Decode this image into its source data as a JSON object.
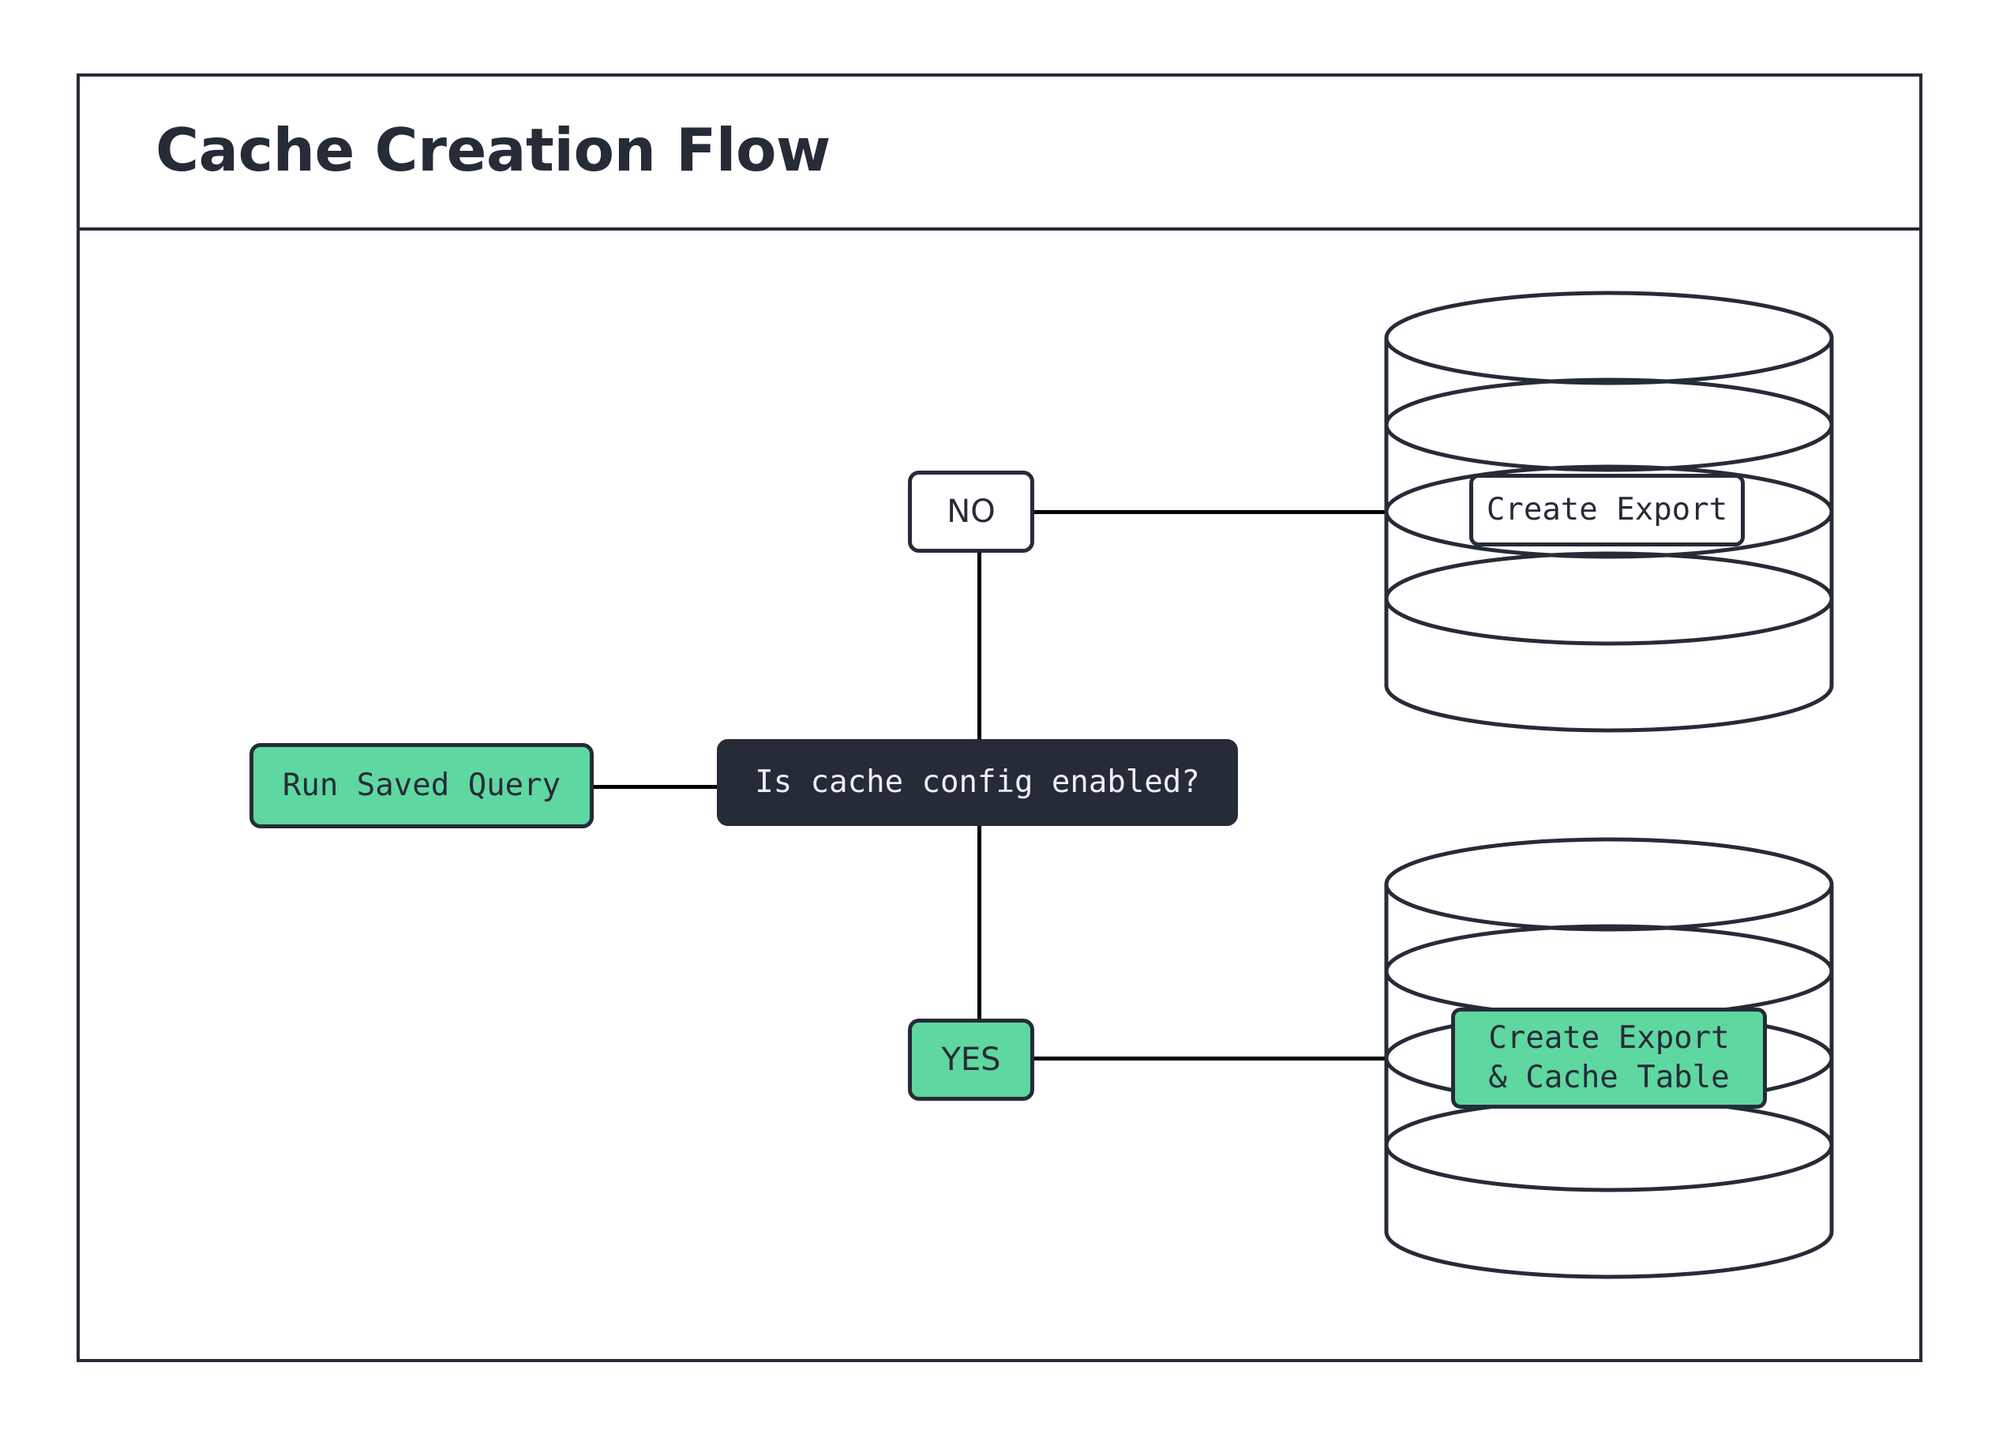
{
  "diagram": {
    "title": "Cache Creation Flow",
    "type": "flowchart",
    "colors": {
      "ink": "#262b38",
      "green": "#5fd7a0",
      "white": "#ffffff",
      "edge": "#000000",
      "dark_text": "#eceef2"
    },
    "nodes": {
      "start": {
        "id": "run-saved-query",
        "label": "Run Saved Query",
        "shape": "rounded-rect",
        "style": "green"
      },
      "decision": {
        "id": "is-cache-config-enabled",
        "label": "Is cache config enabled?",
        "shape": "rounded-rect",
        "style": "dark"
      },
      "branch_no": {
        "id": "branch-no",
        "label": "NO",
        "shape": "rounded-rect",
        "style": "white"
      },
      "branch_yes": {
        "id": "branch-yes",
        "label": "YES",
        "shape": "rounded-rect",
        "style": "green"
      },
      "db_top": {
        "id": "database-export",
        "shape": "cylinder",
        "label": "Create Export",
        "label_style": "white"
      },
      "db_bottom": {
        "id": "database-export-cache",
        "shape": "cylinder",
        "label_line1": "Create Export",
        "label_line2": "& Cache Table",
        "label_style": "green"
      }
    },
    "edges": [
      {
        "from": "run-saved-query",
        "to": "is-cache-config-enabled",
        "label": ""
      },
      {
        "from": "is-cache-config-enabled",
        "to": "branch-no",
        "label": ""
      },
      {
        "from": "branch-no",
        "to": "database-export",
        "label": ""
      },
      {
        "from": "is-cache-config-enabled",
        "to": "branch-yes",
        "label": ""
      },
      {
        "from": "branch-yes",
        "to": "database-export-cache",
        "label": ""
      }
    ]
  }
}
